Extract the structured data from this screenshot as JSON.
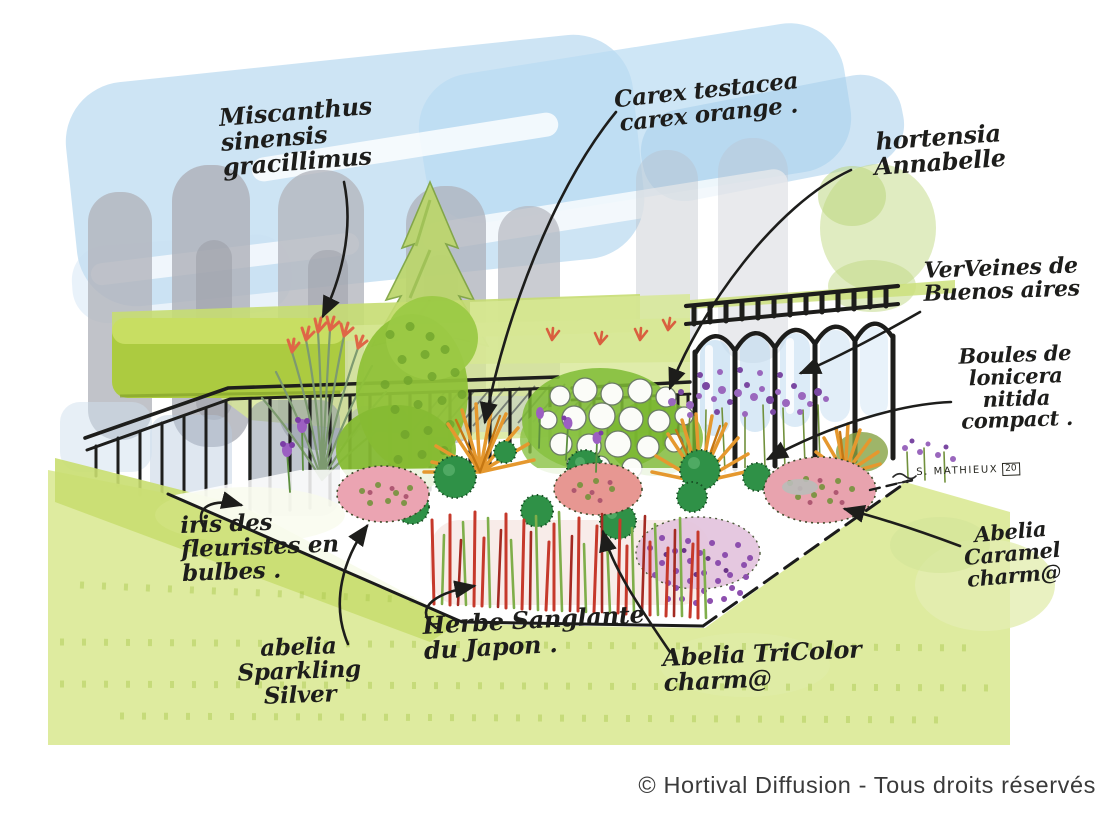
{
  "illustration": {
    "type": "watercolor-garden-plan",
    "labels": {
      "miscanthus": "Miscanthus sinensis\ngracillimus",
      "carex": "Carex testacea\ncarex orange .",
      "hortensia": "hortensia\nAnnabelle",
      "verveines": "VerVeines de\nBuenos aires",
      "lonicera": "Boules de\nlonicera\nnitida\ncompact .",
      "abelia_caramel": "Abelia\nCaramel\ncharm@",
      "abelia_tricolor": "Abelia TriColor charm@",
      "herbe_sanglante": "Herbe Sanglante\ndu Japon .",
      "abelia_sparkling": "abelia\nSparkling\nSilver",
      "iris": "iris des\nfleuristes en\nbulbes ."
    },
    "signature": {
      "artist": "S. MATHIEUX",
      "year": "20"
    },
    "colors": {
      "ink": "#1d1d1b",
      "sky_blue": "#aed3ee",
      "tree_gray": "#b2b4bc",
      "conifer_green": "#bcd66b",
      "hedge_lime": "#accb40",
      "lawn_green": "#dcea9a",
      "shrub_green": "#8fc138",
      "hydrangea_white": "#fbfcf8",
      "verbena_purple": "#9a67bd",
      "carex_orange": "#e5982e",
      "abelia_pink": "#e8a3ae",
      "imperata_red": "#c6392b",
      "lonicera_green": "#2f9147"
    }
  },
  "footer": {
    "copyright": "© Hortival Diffusion - Tous droits réservés"
  }
}
